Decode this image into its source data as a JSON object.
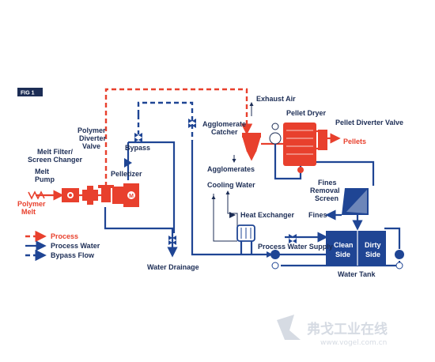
{
  "figure": {
    "tag": "FIG 1"
  },
  "labels": {
    "polymer_melt_line1": "Polymer",
    "polymer_melt_line2": "Melt",
    "melt_pump_line1": "Melt",
    "melt_pump_line2": "Pump",
    "melt_filter_line1": "Melt Filter/",
    "melt_filter_line2": "Screen Changer",
    "polymer_diverter_line1": "Polymer",
    "polymer_diverter_line2": "Diverter",
    "polymer_diverter_line3": "Valve",
    "bypass": "Bypass",
    "pelletizer": "Pelletizer",
    "water_drainage": "Water Drainage",
    "exhaust_air": "Exhaust Air",
    "agglomerate_catcher_line1": "Agglomerate",
    "agglomerate_catcher_line2": "Catcher",
    "pellet_dryer": "Pellet Dryer",
    "pellet_diverter_valve": "Pellet Diverter Valve",
    "pellets": "Pellets",
    "agglomerates": "Agglomerates",
    "cooling_water": "Cooling Water",
    "heat_exchanger": "Heat Exchanger",
    "fines_removal_line1": "Fines",
    "fines_removal_line2": "Removal",
    "fines_removal_line3": "Screen",
    "fines": "Fines",
    "process_water_supply": "Process Water Supply",
    "clean_side_line1": "Clean",
    "clean_side_line2": "Side",
    "dirty_side_line1": "Dirty",
    "dirty_side_line2": "Side",
    "water_tank": "Water Tank",
    "motor_symbol": "M"
  },
  "legend": {
    "process": "Process",
    "process_water": "Process Water",
    "bypass_flow": "Bypass Flow"
  },
  "watermark": {
    "text": "弗戈工业在线",
    "url": "www.vogel.com.cn"
  },
  "colors": {
    "process_red": "#e8402d",
    "water_blue": "#1f4594",
    "label_navy": "#1c2d55",
    "tank_blue": "#1f4594"
  }
}
